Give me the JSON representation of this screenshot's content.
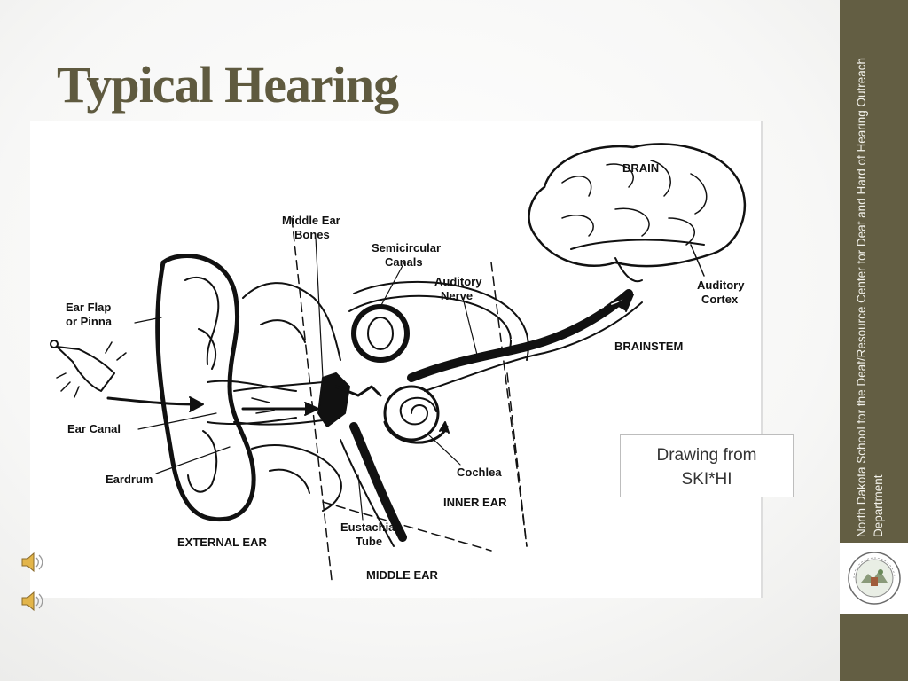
{
  "slide": {
    "title": "Typical Hearing",
    "credit_line1": "Drawing from",
    "credit_line2": "SKI*HI",
    "side_text": "North Dakota School for the Deaf/Resource Center for Deaf and Hard of Hearing Outreach Department",
    "logo_icon": "school-seal-icon",
    "audio_icons": [
      "speaker-icon",
      "speaker-icon"
    ],
    "colors": {
      "title": "#5f5a3f",
      "sidebar": "#635e43"
    }
  },
  "diagram": {
    "labels": {
      "brain": "BRAIN",
      "middle_ear_bones_1": "Middle Ear",
      "middle_ear_bones_2": "Bones",
      "semicircular_1": "Semicircular",
      "semicircular_2": "Canals",
      "auditory_nerve_1": "Auditory",
      "auditory_nerve_2": "Nerve",
      "auditory_cortex_1": "Auditory",
      "auditory_cortex_2": "Cortex",
      "ear_flap_1": "Ear Flap",
      "ear_flap_2": "or Pinna",
      "brainstem": "BRAINSTEM",
      "ear_canal": "Ear Canal",
      "eardrum": "Eardrum",
      "cochlea": "Cochlea",
      "inner_ear": "INNER EAR",
      "eustachian_1": "Eustachian",
      "eustachian_2": "Tube",
      "external_ear": "EXTERNAL EAR",
      "middle_ear": "MIDDLE EAR"
    }
  }
}
